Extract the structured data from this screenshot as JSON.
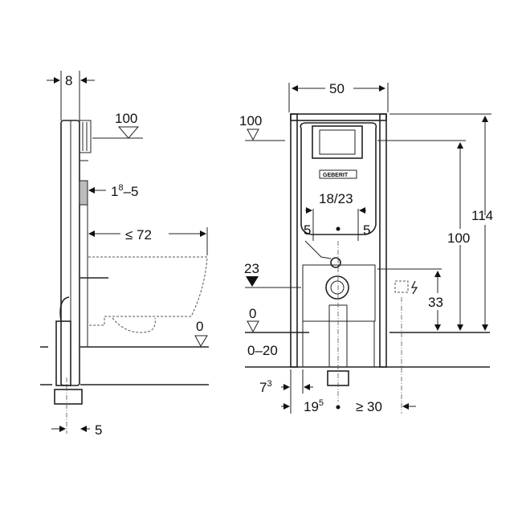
{
  "side_view": {
    "wall_depth": "8",
    "level_100": "100",
    "panel_gap": {
      "base": "1",
      "sup": "8",
      "rest": "–5"
    },
    "max_projection": "≤ 72",
    "level_0": "0",
    "drain_offset": "5"
  },
  "front_view": {
    "frame_width": "50",
    "level_100": "100",
    "height_total": "114",
    "height_actuator": "100",
    "pipe_spacing": "18/23",
    "offset_left": "5",
    "offset_right": "5",
    "level_23": "23",
    "height_socket": "33",
    "level_0": "0",
    "floor_range": "0–20",
    "leg_offset": {
      "base": "7",
      "sup": "3"
    },
    "center_offset": {
      "base": "19",
      "sup": "5"
    },
    "socket_distance": "≥ 30",
    "brand_logo": "GEBERIT"
  }
}
